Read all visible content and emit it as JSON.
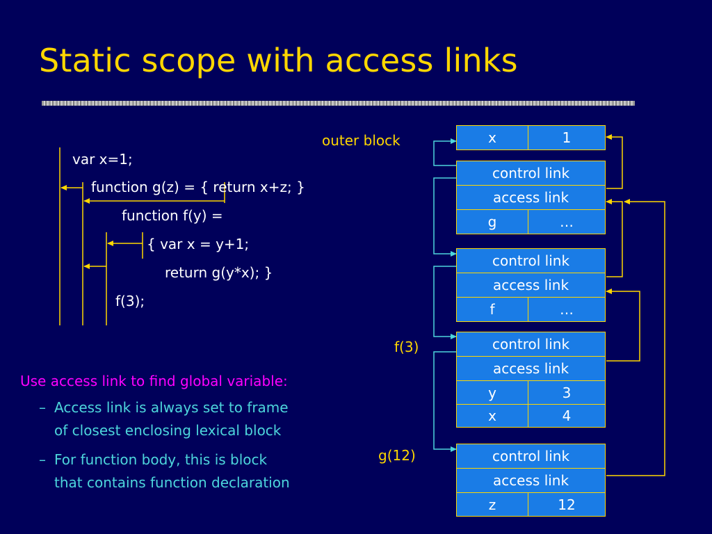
{
  "title": "Static scope with access links",
  "code": {
    "line1": "var x=1;",
    "line2": "function g(z) = { return x+z; }",
    "line3": "function f(y) =",
    "line4": "{ var x = y+1;",
    "line5": "return g(y*x); }",
    "line6": "f(3);"
  },
  "labels": {
    "outer_block": "outer block",
    "f3": "f(3)",
    "g12": "g(12)"
  },
  "notes": {
    "main": "Use access link to find global variable:",
    "dash": "–",
    "sub1_line1": "Access link is always set to frame",
    "sub1_line2": "of closest enclosing lexical block",
    "sub2_line1": "For function body, this is block",
    "sub2_line2": "that contains function declaration"
  },
  "frames": {
    "outer": {
      "x_name": "x",
      "x_value": "1"
    },
    "control_link": "control link",
    "access_link": "access link",
    "g_decl": {
      "name": "g",
      "value": "…"
    },
    "f_decl": {
      "name": "f",
      "value": "…"
    },
    "f_call": {
      "y_name": "y",
      "y_value": "3",
      "x_name": "x",
      "x_value": "4"
    },
    "g_call": {
      "z_name": "z",
      "z_value": "12"
    }
  },
  "colors": {
    "background": "#00005a",
    "title": "#ffd700",
    "cell_fill": "#1a7ce6",
    "cell_border": "#ffd700",
    "control_arrow": "#4dd6dc",
    "access_arrow": "#ffd700",
    "note_main": "#ff00ff",
    "note_sub": "#4dd6dc"
  }
}
